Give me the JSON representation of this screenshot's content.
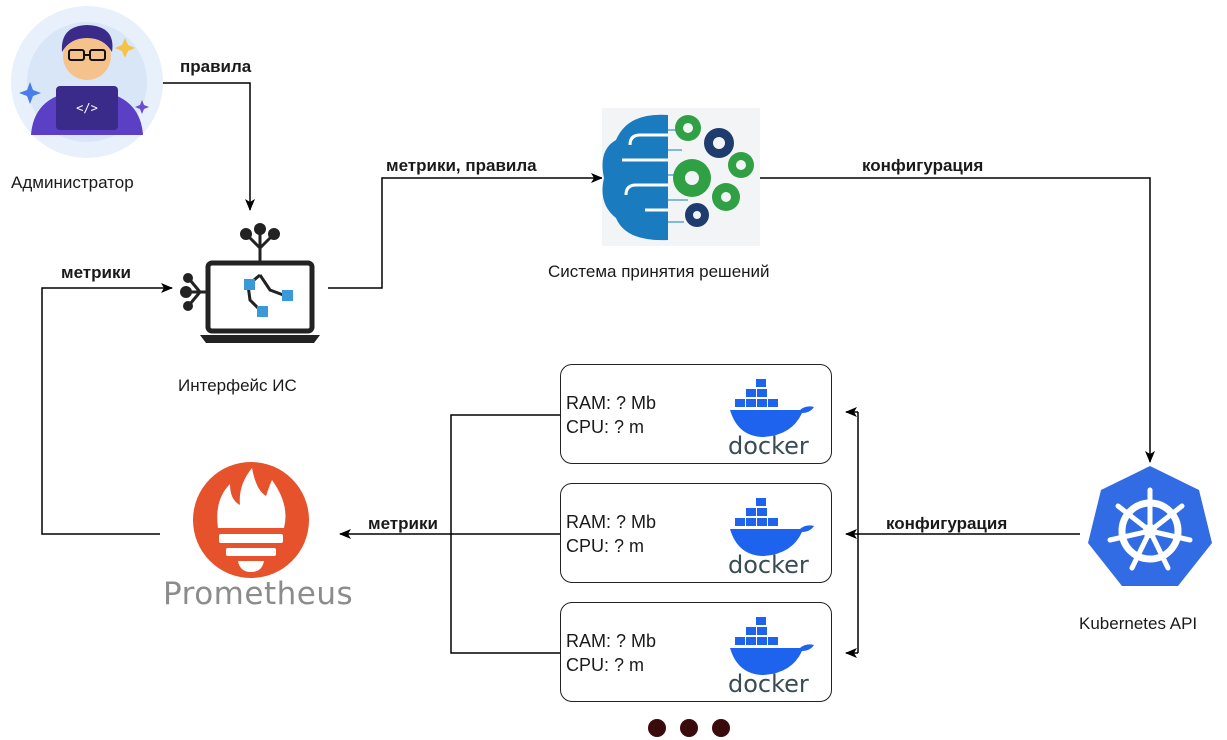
{
  "nodes": {
    "admin": "Администратор",
    "interface": "Интерфейс ИС",
    "decision": "Система принятия решений",
    "k8s": "Kubernetes API",
    "prometheus": "Prometheus"
  },
  "edges": {
    "rules": "правила",
    "metrics_rules": "метрики, правила",
    "config_top": "конфигурация",
    "metrics_left": "метрики",
    "metrics_mid": "метрики",
    "config_bottom": "конфигурация"
  },
  "containers": [
    {
      "ram": "RAM: ? Mb",
      "cpu": "CPU: ? m",
      "logo": "docker"
    },
    {
      "ram": "RAM: ? Mb",
      "cpu": "CPU: ? m",
      "logo": "docker"
    },
    {
      "ram": "RAM: ? Mb",
      "cpu": "CPU: ? m",
      "logo": "docker"
    }
  ],
  "colors": {
    "docker_blue": "#1d63ed",
    "docker_text": "#394d54",
    "k8s_blue": "#326ce5",
    "prometheus_orange": "#e6522c",
    "gear_green": "#2fa044",
    "gear_navy": "#1f3c6e",
    "brain_blue": "#1a7bbf",
    "dots": "#3b0a0a"
  },
  "icons": [
    "developer-avatar-icon",
    "laptop-network-icon",
    "brain-gears-icon",
    "kubernetes-icon",
    "prometheus-icon",
    "docker-icon"
  ]
}
